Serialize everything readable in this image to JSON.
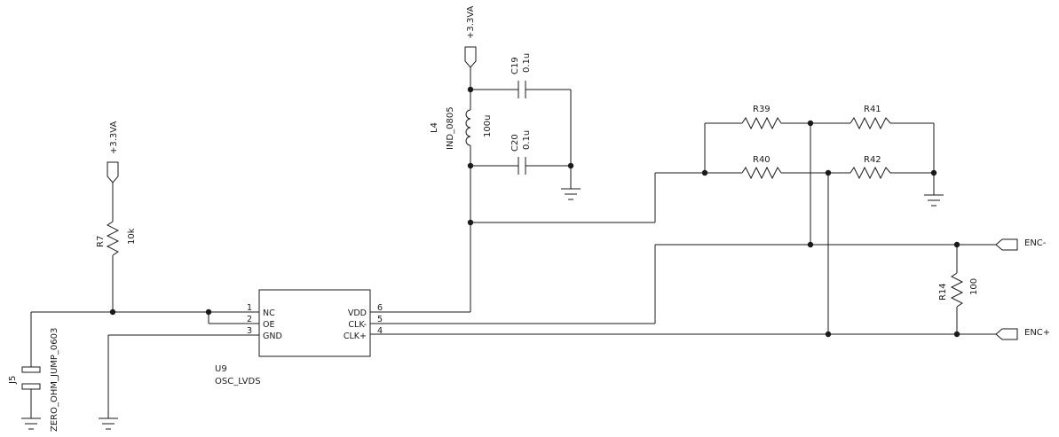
{
  "power": {
    "rail_label": "+3.3VA"
  },
  "r7": {
    "ref": "R7",
    "value": "10k"
  },
  "j5": {
    "ref": "J5",
    "value": "ZERO_OHM_JUMP_0603"
  },
  "l4": {
    "ref": "L4",
    "package": "IND_0805",
    "value": "100u"
  },
  "c19": {
    "ref": "C19",
    "value": "0.1u"
  },
  "c20": {
    "ref": "C20",
    "value": "0.1u"
  },
  "r39": {
    "ref": "R39"
  },
  "r40": {
    "ref": "R40"
  },
  "r41": {
    "ref": "R41"
  },
  "r42": {
    "ref": "R42"
  },
  "r14": {
    "ref": "R14",
    "value": "100"
  },
  "u9": {
    "ref": "U9",
    "value": "OSC_LVDS",
    "left_pins": [
      {
        "num": "1",
        "name": "NC"
      },
      {
        "num": "2",
        "name": "OE"
      },
      {
        "num": "3",
        "name": "GND"
      }
    ],
    "right_pins": [
      {
        "num": "6",
        "name": "VDD"
      },
      {
        "num": "5",
        "name": "CLK-"
      },
      {
        "num": "4",
        "name": "CLK+"
      }
    ]
  },
  "ports": {
    "enc_minus": "ENC-",
    "enc_plus": "ENC+"
  }
}
